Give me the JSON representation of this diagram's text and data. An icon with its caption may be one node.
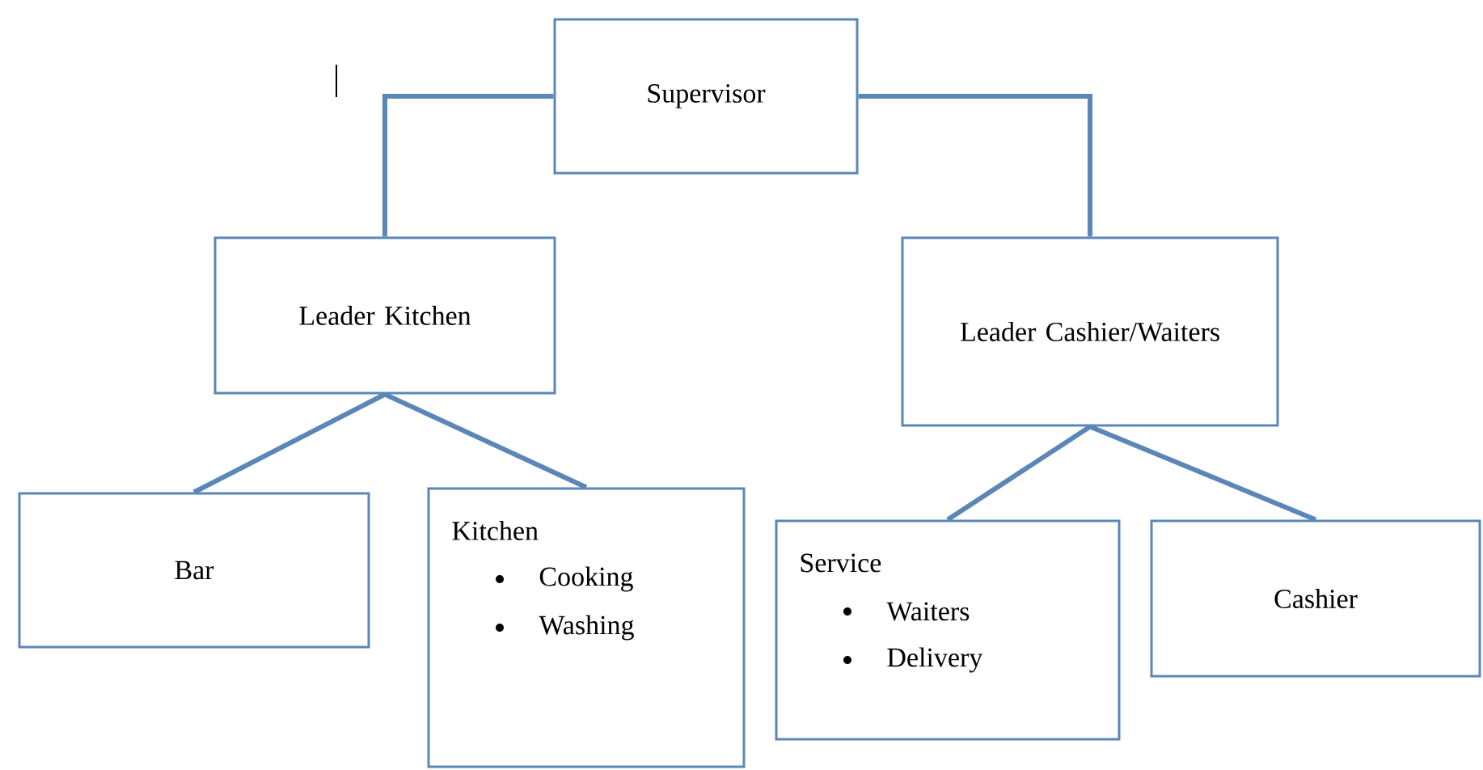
{
  "diagram": {
    "nodes": [
      {
        "text": [
          "Supervisor"
        ]
      },
      {
        "text": [
          "Leader Kitchen"
        ]
      },
      {
        "text": [
          "Leader Cashier/Waiters"
        ]
      },
      {
        "text": [
          "Bar"
        ]
      },
      {
        "text": [
          "Kitchen",
          "Cooking",
          "Washing"
        ]
      },
      {
        "text": [
          "Service",
          "Waiters",
          "Delivery"
        ]
      },
      {
        "text": [
          "Cashier"
        ]
      }
    ],
    "edges": [
      {
        "from": 0,
        "to": 1,
        "arrow": "none"
      },
      {
        "from": 0,
        "to": 2,
        "arrow": "none"
      },
      {
        "from": 1,
        "to": 3,
        "arrow": "none"
      },
      {
        "from": 1,
        "to": 4,
        "arrow": "none"
      },
      {
        "from": 2,
        "to": 5,
        "arrow": "none"
      },
      {
        "from": 2,
        "to": 6,
        "arrow": "none"
      }
    ]
  }
}
